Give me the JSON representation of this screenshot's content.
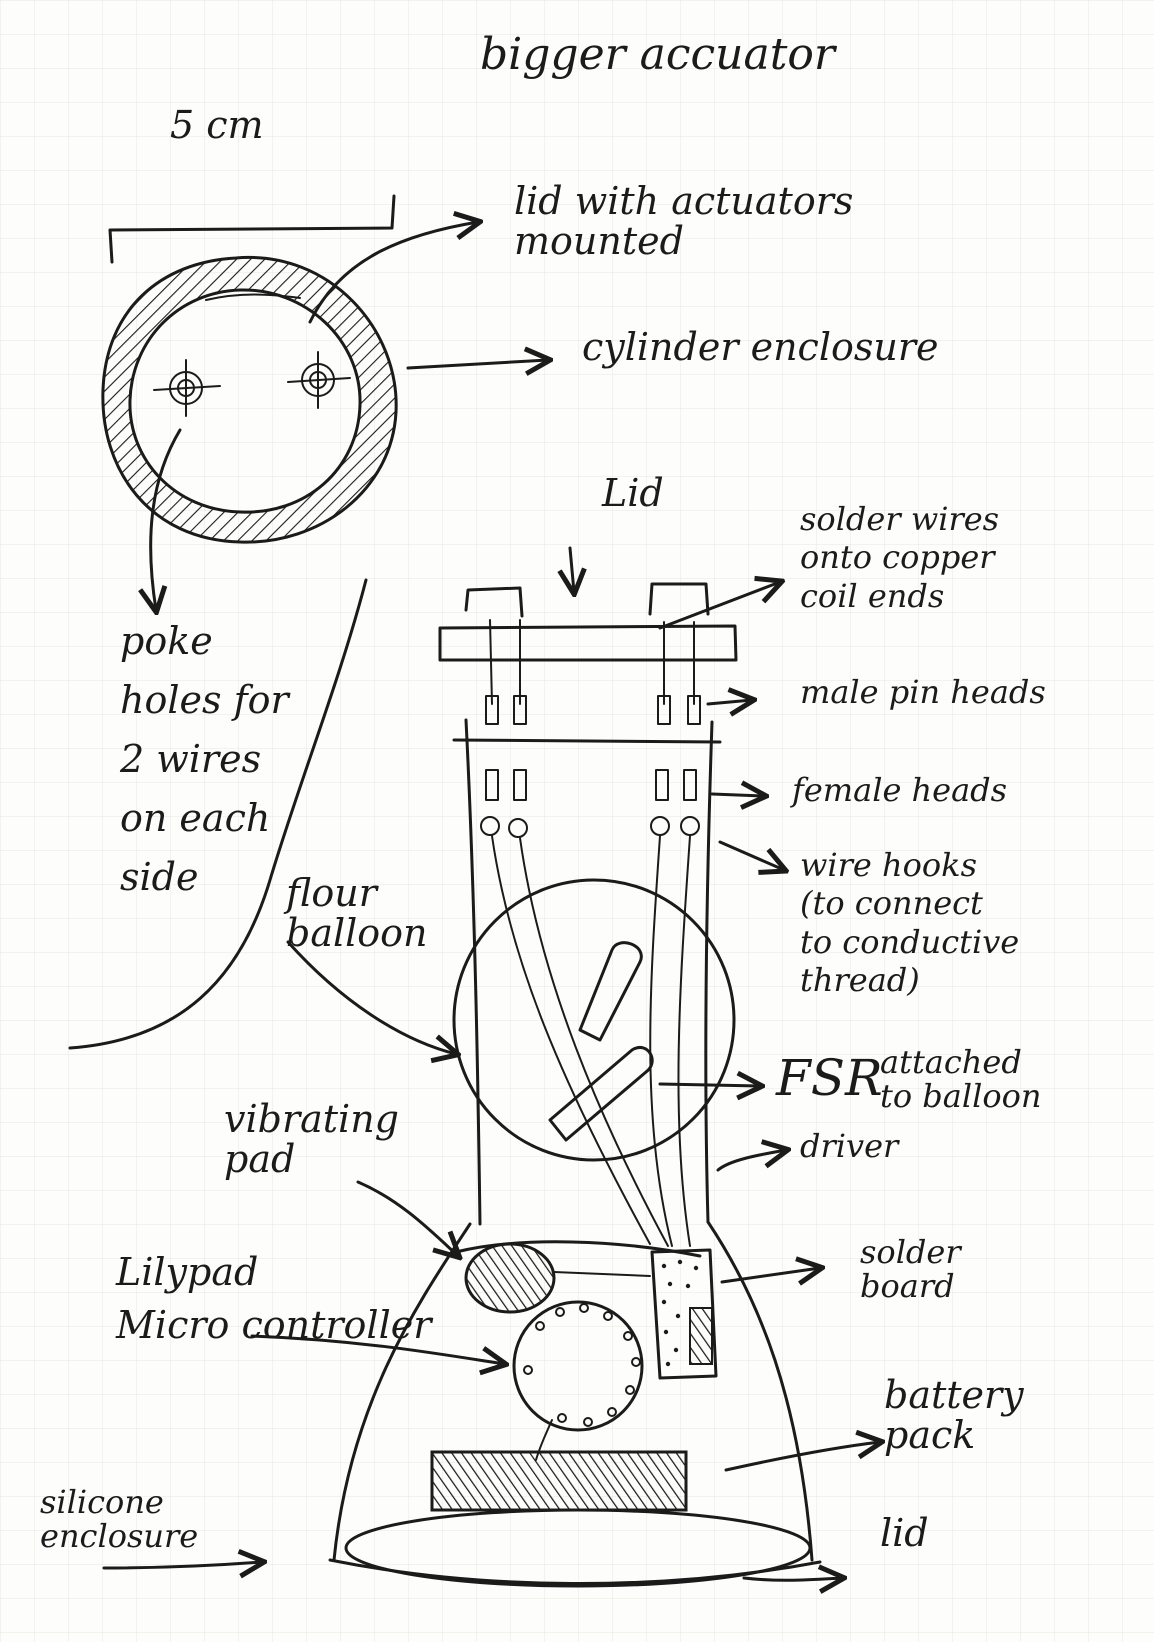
{
  "title": "bigger accuator",
  "top_view": {
    "dimension": "5 cm",
    "lid_label": "lid with actuators\nmounted",
    "cylinder_label": "cylinder enclosure",
    "poke_label": "poke\nholes for\n2 wires\non each\nside"
  },
  "side_view": {
    "lid_top": "Lid",
    "solder_wires": "solder wires\nonto copper\ncoil ends",
    "male_pin": "male pin heads",
    "female_heads": "female heads",
    "wire_hooks": "wire hooks\n(to connect\nto conductive\nthread)",
    "flour_balloon": "flour\nballoon",
    "fsr": "FSR",
    "fsr_attached": "attached\nto balloon",
    "driver": "driver",
    "vibrating_pad": "vibrating\npad",
    "solder_board": "solder\nboard",
    "lilypad": "Lilypad\nMicro controller",
    "battery": "battery\npack",
    "silicone": "silicone\nenclosure",
    "lid_bottom": "lid"
  }
}
